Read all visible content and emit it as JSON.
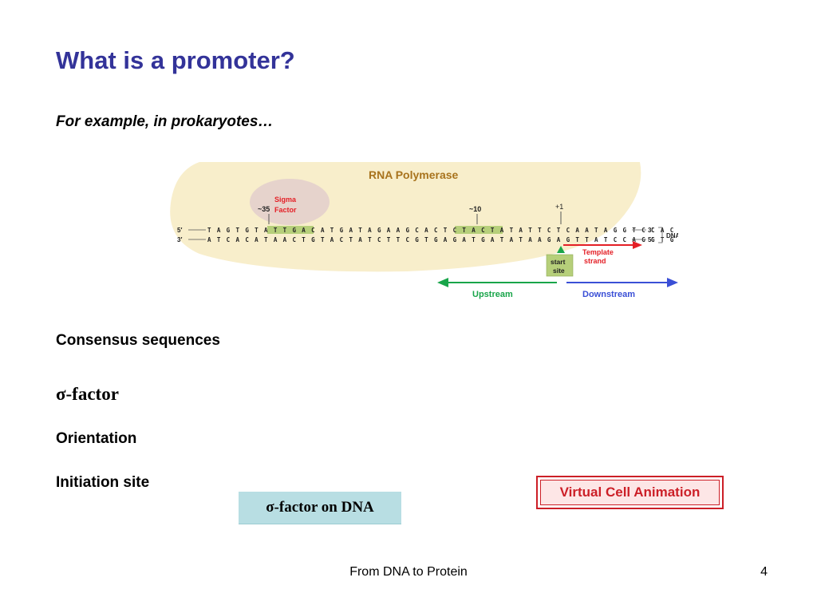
{
  "slide": {
    "title": "What is a promoter?",
    "subtitle": "For example, in prokaryotes…",
    "bullets": [
      "Consensus sequences",
      "σ-factor",
      "Orientation",
      "Initiation site"
    ],
    "sigma_box": "σ-factor on DNA",
    "vc_button": "Virtual Cell Animation",
    "footer": "From DNA to Protein",
    "page_number": "4"
  },
  "diagram": {
    "rna_polymerase": "RNA Polymerase",
    "sigma_line1": "Sigma",
    "sigma_line2": "Factor",
    "minus35": "~35",
    "minus10": "~10",
    "plus1": "+1",
    "five_prime": "5′",
    "three_prime": "3′",
    "top_strand": "T A G T G T A T T G A C A T G A T A G A A G C A C T C T A C T A T A T T C T C A A T A G G T C C A C G",
    "bottom_strand": "A T C A C A T A A C T G T A C T A T C T T C G T G A G A T G A T A T A A G A G T T A T C C A G G T G C",
    "dna_label": "DNA",
    "template_line1": "Template",
    "template_line2": "strand",
    "start_line1": "start",
    "start_line2": "site",
    "upstream": "Upstream",
    "downstream": "Downstream",
    "colors": {
      "polymerase": "#f8eecb",
      "sigma": "#e6d3cc",
      "highlight": "#b6cf7a",
      "green": "#19a54a",
      "blue": "#3a4fd6",
      "red": "#e41f26",
      "title_blue": "#333399"
    }
  }
}
